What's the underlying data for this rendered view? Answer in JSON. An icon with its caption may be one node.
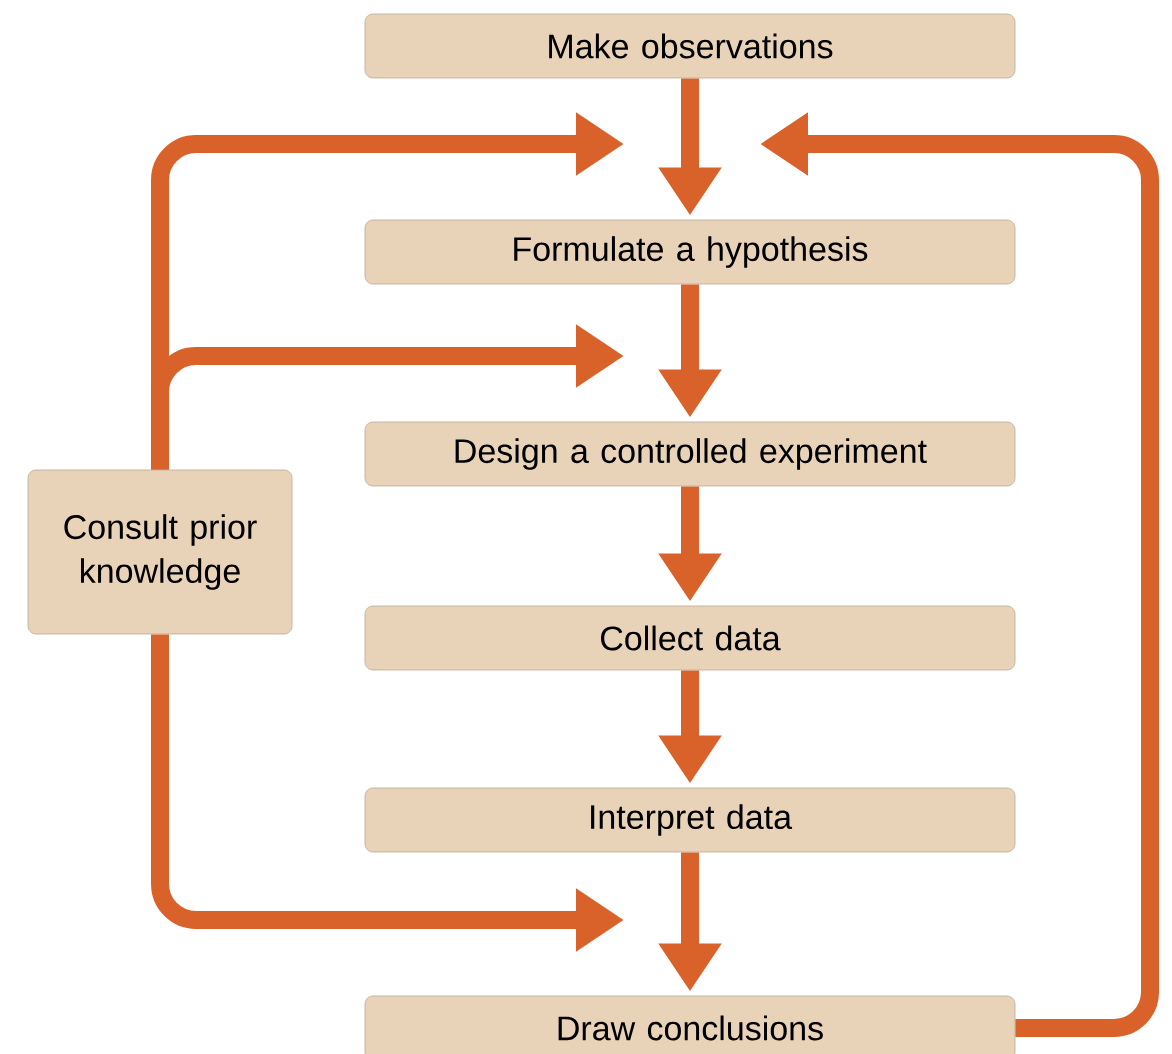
{
  "diagram": {
    "nodes": [
      {
        "text": [
          "Make observations"
        ]
      },
      {
        "text": [
          "Formulate a hypothesis"
        ]
      },
      {
        "text": [
          "Design a controlled experiment"
        ]
      },
      {
        "text": [
          "Collect data"
        ]
      },
      {
        "text": [
          "Interpret data"
        ]
      },
      {
        "text": [
          "Draw conclusions"
        ]
      },
      {
        "text": [
          "Consult prior knowledge"
        ]
      }
    ],
    "edges": [
      {
        "from": 0,
        "to": 1,
        "arrow": "to"
      },
      {
        "from": 1,
        "to": 2,
        "arrow": "to"
      },
      {
        "from": 2,
        "to": 3,
        "arrow": "to"
      },
      {
        "from": 3,
        "to": 4,
        "arrow": "to"
      },
      {
        "from": 4,
        "to": 5,
        "arrow": "to"
      },
      {
        "from": 6,
        "to": null,
        "arrow": "to"
      },
      {
        "from": 6,
        "to": null,
        "arrow": "to"
      },
      {
        "from": 6,
        "to": null,
        "arrow": "to"
      },
      {
        "from": 5,
        "to": null,
        "arrow": "to"
      }
    ]
  }
}
